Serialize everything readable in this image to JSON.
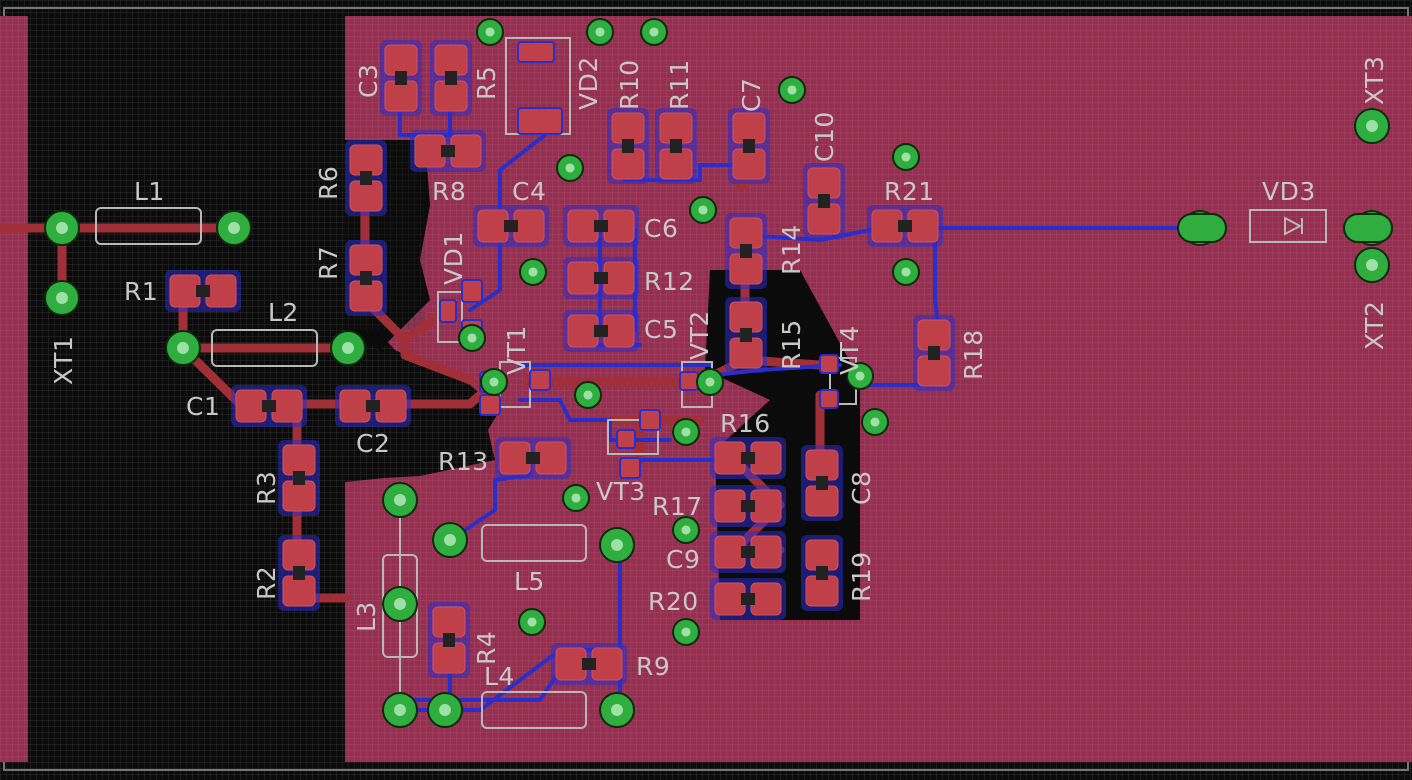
{
  "colors": {
    "background": "#0a0a0a",
    "grid": "#3a3a3a",
    "pour": "#9a3256",
    "trace_top": "#a02f38",
    "trace_bottom": "#2a2ec8",
    "pad": "#b83a44",
    "via": "#30b040",
    "silk": "#c8c8c8"
  },
  "labels": {
    "XT1": "XT1",
    "XT2": "XT2",
    "XT3": "XT3",
    "L1": "L1",
    "L2": "L2",
    "L3": "L3",
    "L4": "L4",
    "L5": "L5",
    "R1": "R1",
    "R2": "R2",
    "R3": "R3",
    "R4": "R4",
    "R5": "R5",
    "R6": "R6",
    "R7": "R7",
    "R8": "R8",
    "R9": "R9",
    "R10": "R10",
    "R11": "R11",
    "R12": "R12",
    "R13": "R13",
    "R14": "R14",
    "R15": "R15",
    "R16": "R16",
    "R17": "R17",
    "R18": "R18",
    "R19": "R19",
    "R20": "R20",
    "R21": "R21",
    "C1": "C1",
    "C2": "C2",
    "C3": "C3",
    "C4": "C4",
    "C5": "C5",
    "C6": "C6",
    "C7": "C7",
    "C8": "C8",
    "C9": "C9",
    "C10": "C10",
    "VD1": "VD1",
    "VD2": "VD2",
    "VD3": "VD3",
    "VT1": "VT1",
    "VT2": "VT2",
    "VT3": "VT3",
    "VT4": "VT4"
  }
}
